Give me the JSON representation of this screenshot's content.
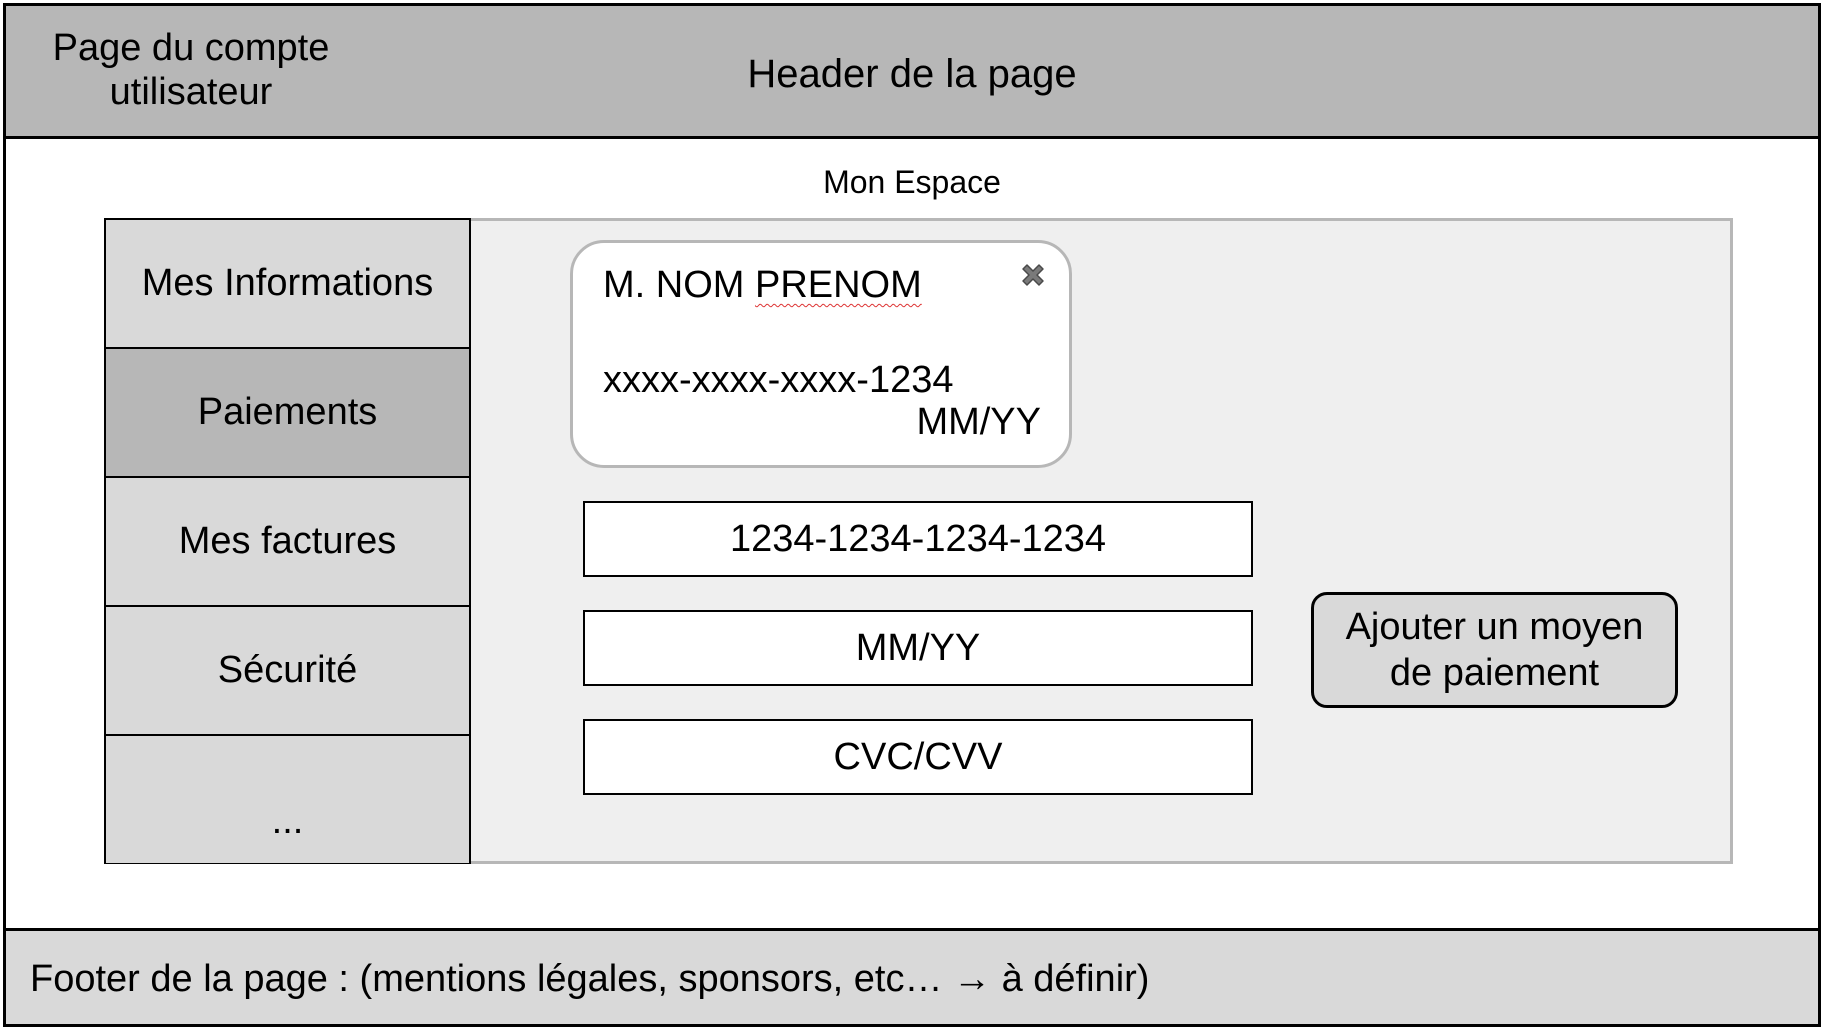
{
  "header": {
    "account_title": "Page du compte utilisateur",
    "title": "Header de la page"
  },
  "main": {
    "space_title": "Mon Espace"
  },
  "sidebar": {
    "items": [
      {
        "label": "Mes Informations",
        "active": false
      },
      {
        "label": "Paiements",
        "active": true
      },
      {
        "label": "Mes factures",
        "active": false
      },
      {
        "label": "Sécurité",
        "active": false
      },
      {
        "label": "...",
        "active": false
      }
    ]
  },
  "payment_card": {
    "name_prefix": "M. NOM ",
    "name_highlight": "PRENOM",
    "number": "xxxx-xxxx-xxxx-1234",
    "expiry": "MM/YY",
    "close_icon": "close-x-icon"
  },
  "new_payment_form": {
    "card_number_placeholder": "1234-1234-1234-1234",
    "expiry_placeholder": "MM/YY",
    "cvc_placeholder": "CVC/CVV",
    "add_button_label": "Ajouter un moyen de paiement"
  },
  "footer": {
    "text": "Footer de la page : (mentions légales, sponsors, etc… → à définir)"
  },
  "colors": {
    "header_bg": "#b7b7b7",
    "sidebar_bg": "#d9d9d9",
    "sidebar_active_bg": "#b7b7b7",
    "panel_bg": "#efefef",
    "footer_bg": "#d9d9d9"
  }
}
